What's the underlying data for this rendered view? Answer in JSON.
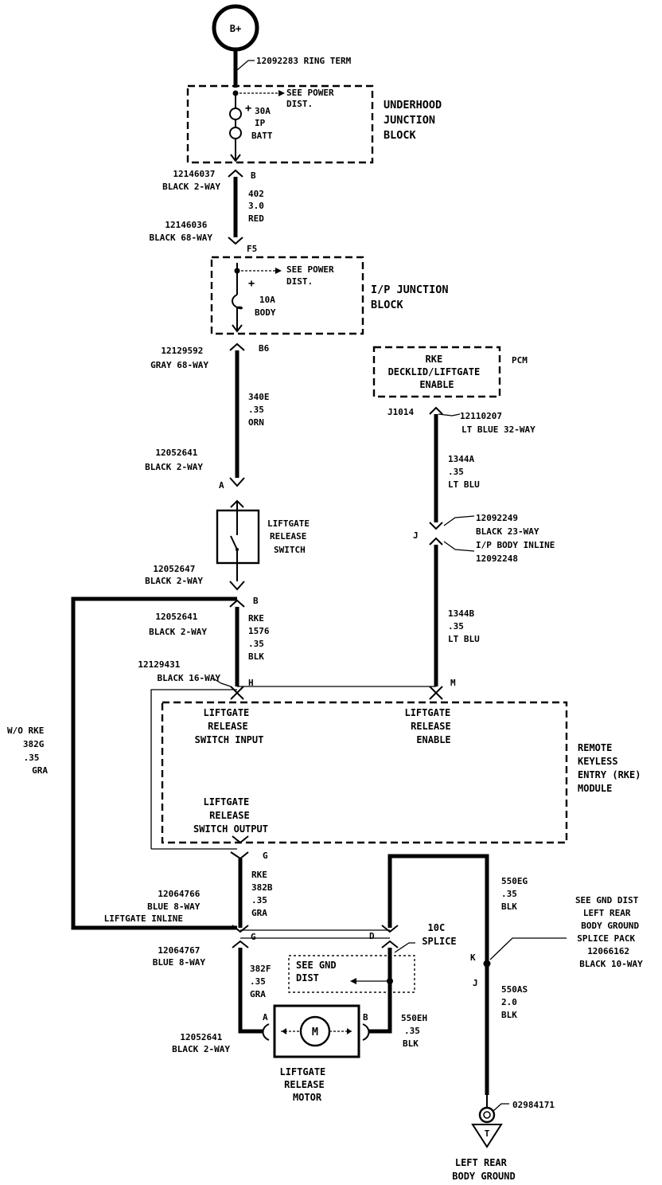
{
  "battery": {
    "label": "B+"
  },
  "ring_term": {
    "label": "12092283  RING TERM"
  },
  "underhood_block": {
    "title_lines": [
      "UNDERHOOD",
      "JUNCTION",
      "BLOCK"
    ],
    "see_power_lines": [
      "SEE POWER",
      "DIST."
    ],
    "fuse_lines": [
      "30A",
      "IP",
      "BATT"
    ]
  },
  "conn_b_top": {
    "lines": [
      "12146037",
      "BLACK 2-WAY"
    ],
    "pin": "B"
  },
  "wire_402": {
    "lines": [
      "402",
      "3.0",
      "RED"
    ]
  },
  "conn_f5": {
    "lines": [
      "12146036",
      "BLACK 68-WAY"
    ],
    "pin": "F5"
  },
  "ip_block": {
    "title_lines": [
      "I/P JUNCTION",
      "BLOCK"
    ],
    "see_power_lines": [
      "SEE POWER",
      "DIST."
    ],
    "fuse_lines": [
      "10A",
      "BODY"
    ]
  },
  "conn_b6": {
    "lines": [
      "12129592",
      "GRAY 68-WAY"
    ],
    "pin": "B6"
  },
  "wire_340e": {
    "lines": [
      "340E",
      ".35",
      "ORN"
    ]
  },
  "pcm": {
    "label": "PCM",
    "box_lines": [
      "RKE",
      "DECKLID/LIFTGATE",
      "ENABLE"
    ],
    "pin": "J1014",
    "conn_lines": [
      "12110207",
      "LT BLUE 32-WAY"
    ]
  },
  "conn_a_switch": {
    "lines": [
      "12052641",
      "BLACK 2-WAY"
    ],
    "pin": "A"
  },
  "liftgate_switch": {
    "lines": [
      "LIFTGATE",
      "RELEASE",
      "SWITCH"
    ]
  },
  "conn_b_switch": {
    "lines": [
      "12052647",
      "BLACK 2-WAY"
    ],
    "pin": "B"
  },
  "wire_1344a": {
    "lines": [
      "1344A",
      ".35",
      "LT BLU"
    ]
  },
  "inline_j": {
    "lines": [
      "12092249",
      "BLACK 23-WAY",
      "I/P BODY INLINE",
      "12092248"
    ],
    "pin": "J"
  },
  "conn_b_rke": {
    "lines": [
      "12052641",
      "BLACK 2-WAY"
    ]
  },
  "wire_1576": {
    "lines": [
      "RKE",
      "1576",
      ".35",
      "BLK"
    ]
  },
  "wire_1344b": {
    "lines": [
      "1344B",
      ".35",
      "LT BLU"
    ]
  },
  "conn_h": {
    "lines": [
      "12129431",
      "BLACK 16-WAY"
    ],
    "pin_h": "H",
    "pin_m": "M"
  },
  "wo_rke": {
    "lines": [
      "W/O RKE",
      "382G",
      ".35",
      "GRA"
    ]
  },
  "rke_module": {
    "title_lines": [
      "REMOTE",
      "KEYLESS",
      "ENTRY (RKE)",
      "MODULE"
    ],
    "input_lines": [
      "LIFTGATE",
      "RELEASE",
      "SWITCH INPUT"
    ],
    "enable_lines": [
      "LIFTGATE",
      "RELEASE",
      "ENABLE"
    ],
    "output_lines": [
      "LIFTGATE",
      "RELEASE",
      "SWITCH OUTPUT"
    ]
  },
  "pin_g_module": "G",
  "wire_382b": {
    "lines": [
      "RKE",
      "382B",
      ".35",
      "GRA"
    ]
  },
  "wire_550eg": {
    "lines": [
      "550EG",
      ".35",
      "BLK"
    ]
  },
  "liftgate_inline": {
    "lines": [
      "12064766",
      "BLUE 8-WAY",
      "LIFTGATE INLINE"
    ],
    "pin_g": "G",
    "pin_d": "D"
  },
  "splice_10c": {
    "lines": [
      "10C",
      "SPLICE"
    ]
  },
  "gnd_dist_ref": {
    "lines": [
      "SEE GND DIST",
      "LEFT REAR",
      "BODY GROUND",
      "SPLICE PACK",
      "12066162",
      "BLACK 10-WAY"
    ],
    "pin_k": "K",
    "pin_j": "J"
  },
  "conn_blue_8way": {
    "lines": [
      "12064767",
      "BLUE 8-WAY"
    ]
  },
  "see_gnd_box": {
    "lines": [
      "SEE GND",
      "DIST"
    ]
  },
  "wire_382f": {
    "lines": [
      "382F",
      ".35",
      "GRA"
    ]
  },
  "wire_550as": {
    "lines": [
      "550AS",
      "2.0",
      "BLK"
    ]
  },
  "motor": {
    "symbol": "M",
    "pin_a": "A",
    "pin_b": "B",
    "conn_lines": [
      "12052641",
      "BLACK 2-WAY"
    ],
    "label_lines": [
      "LIFTGATE",
      "RELEASE",
      "MOTOR"
    ]
  },
  "wire_550eh": {
    "lines": [
      "550EH",
      ".35",
      "BLK"
    ]
  },
  "ground": {
    "symbol": "T",
    "part": "02984171",
    "label_lines": [
      "LEFT REAR",
      "BODY GROUND"
    ]
  }
}
